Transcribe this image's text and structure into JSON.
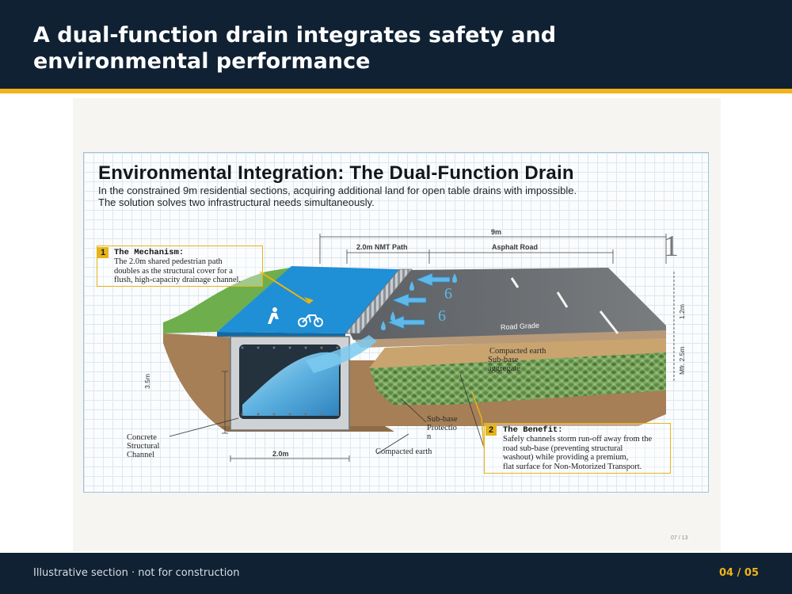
{
  "header": {
    "title": "A dual-function drain integrates safety and environmental performance"
  },
  "diagram": {
    "title": "Environmental  Integration:  The  Dual-Function  Drain",
    "subtitle_line1": "In the constrained  9m  residential sections,  acquiring additional land  for open  table drains with  impossible.",
    "subtitle_line2": "The  solution solves two infrastructural needs  simultaneously.",
    "dimensions": {
      "total_width": "9m",
      "nmt_path": "2.0m  NMT Path",
      "asphalt_road": "Asphalt Road",
      "road_grade": "Road Grade",
      "channel_height": "3.5m",
      "channel_width": "2.0m",
      "pavement_depth": "1.2m",
      "earth_depth": "Mfr. 2.5m",
      "flow_value_a": "6",
      "flow_value_b": "6",
      "section_mark": "1"
    },
    "labels": {
      "compacted_earth_top": "Compacted  earth",
      "sub_base": "Sub-base",
      "aggregate": "aggregate",
      "sub_base_protection_1": "Sub-base",
      "sub_base_protection_2": "Protectio",
      "sub_base_protection_3": "n",
      "compacted_earth_bottom": "Compacted  earth",
      "concrete_1": "Concrete",
      "concrete_2": "Structural",
      "concrete_3": "Channel"
    },
    "callouts": [
      {
        "number": "1",
        "title": "The Mechanism:",
        "lines": [
          "The  2.0m  shared pedestrian path",
          "doubles as  the structural cover for a",
          "flush, high-capacity drainage channel."
        ]
      },
      {
        "number": "2",
        "title": "The Benefit:",
        "lines": [
          "Safely channels storm run-off away  from  the",
          "road  sub-base (preventing  structural",
          "washout) while  providing  a premium,",
          "flat surface for Non-Motorized Transport."
        ]
      }
    ],
    "page_indicator": "07 / 13"
  },
  "footer": {
    "note": "Illustrative section · not for construction",
    "pager": "04 / 05"
  },
  "colors": {
    "navy": "#0f2133",
    "accent": "#f1b319",
    "path_blue": "#1f8fd6",
    "asphalt": "#6b6d70",
    "grass": "#6fae4c",
    "earth": "#a47f55",
    "aggregate": "#6e9a58",
    "water": "#5fb8e8"
  }
}
